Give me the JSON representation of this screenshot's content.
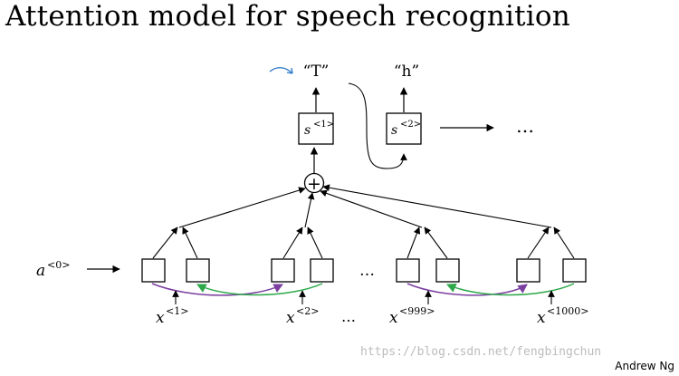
{
  "title": "Attention model for speech recognition",
  "outputs": [
    {
      "text": "“T”"
    },
    {
      "text": "“h”"
    }
  ],
  "states": [
    {
      "symbol": "s",
      "sup": "<1>"
    },
    {
      "symbol": "s",
      "sup": "<2>"
    }
  ],
  "output_ellipsis": "…",
  "sum_symbol": "+",
  "initial_activation": {
    "symbol": "a",
    "sup": "<0>"
  },
  "inputs": [
    {
      "symbol": "x",
      "sup": "<1>"
    },
    {
      "symbol": "x",
      "sup": "<2>"
    },
    {
      "symbol": "x",
      "sup": "<999>"
    },
    {
      "symbol": "x",
      "sup": "<1000>"
    }
  ],
  "middle_ellipsis": "…",
  "input_ellipsis": "…",
  "forward_color": "#7b3fa0",
  "backward_color": "#2ea84a",
  "annotation_color": "#2a78c8",
  "watermark": "https://blog.csdn.net/fengbingchun",
  "credit": "Andrew Ng"
}
